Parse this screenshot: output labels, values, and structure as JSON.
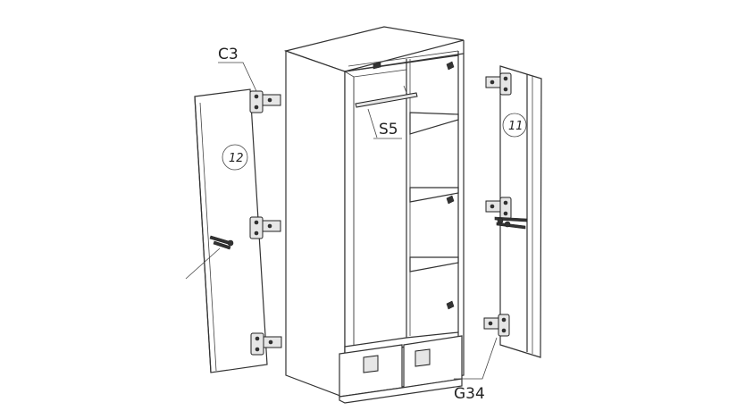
{
  "labels": {
    "hinge": "C3",
    "rail": "S5",
    "screw": "G34",
    "left_door_part": "12",
    "right_door_part": "11"
  }
}
